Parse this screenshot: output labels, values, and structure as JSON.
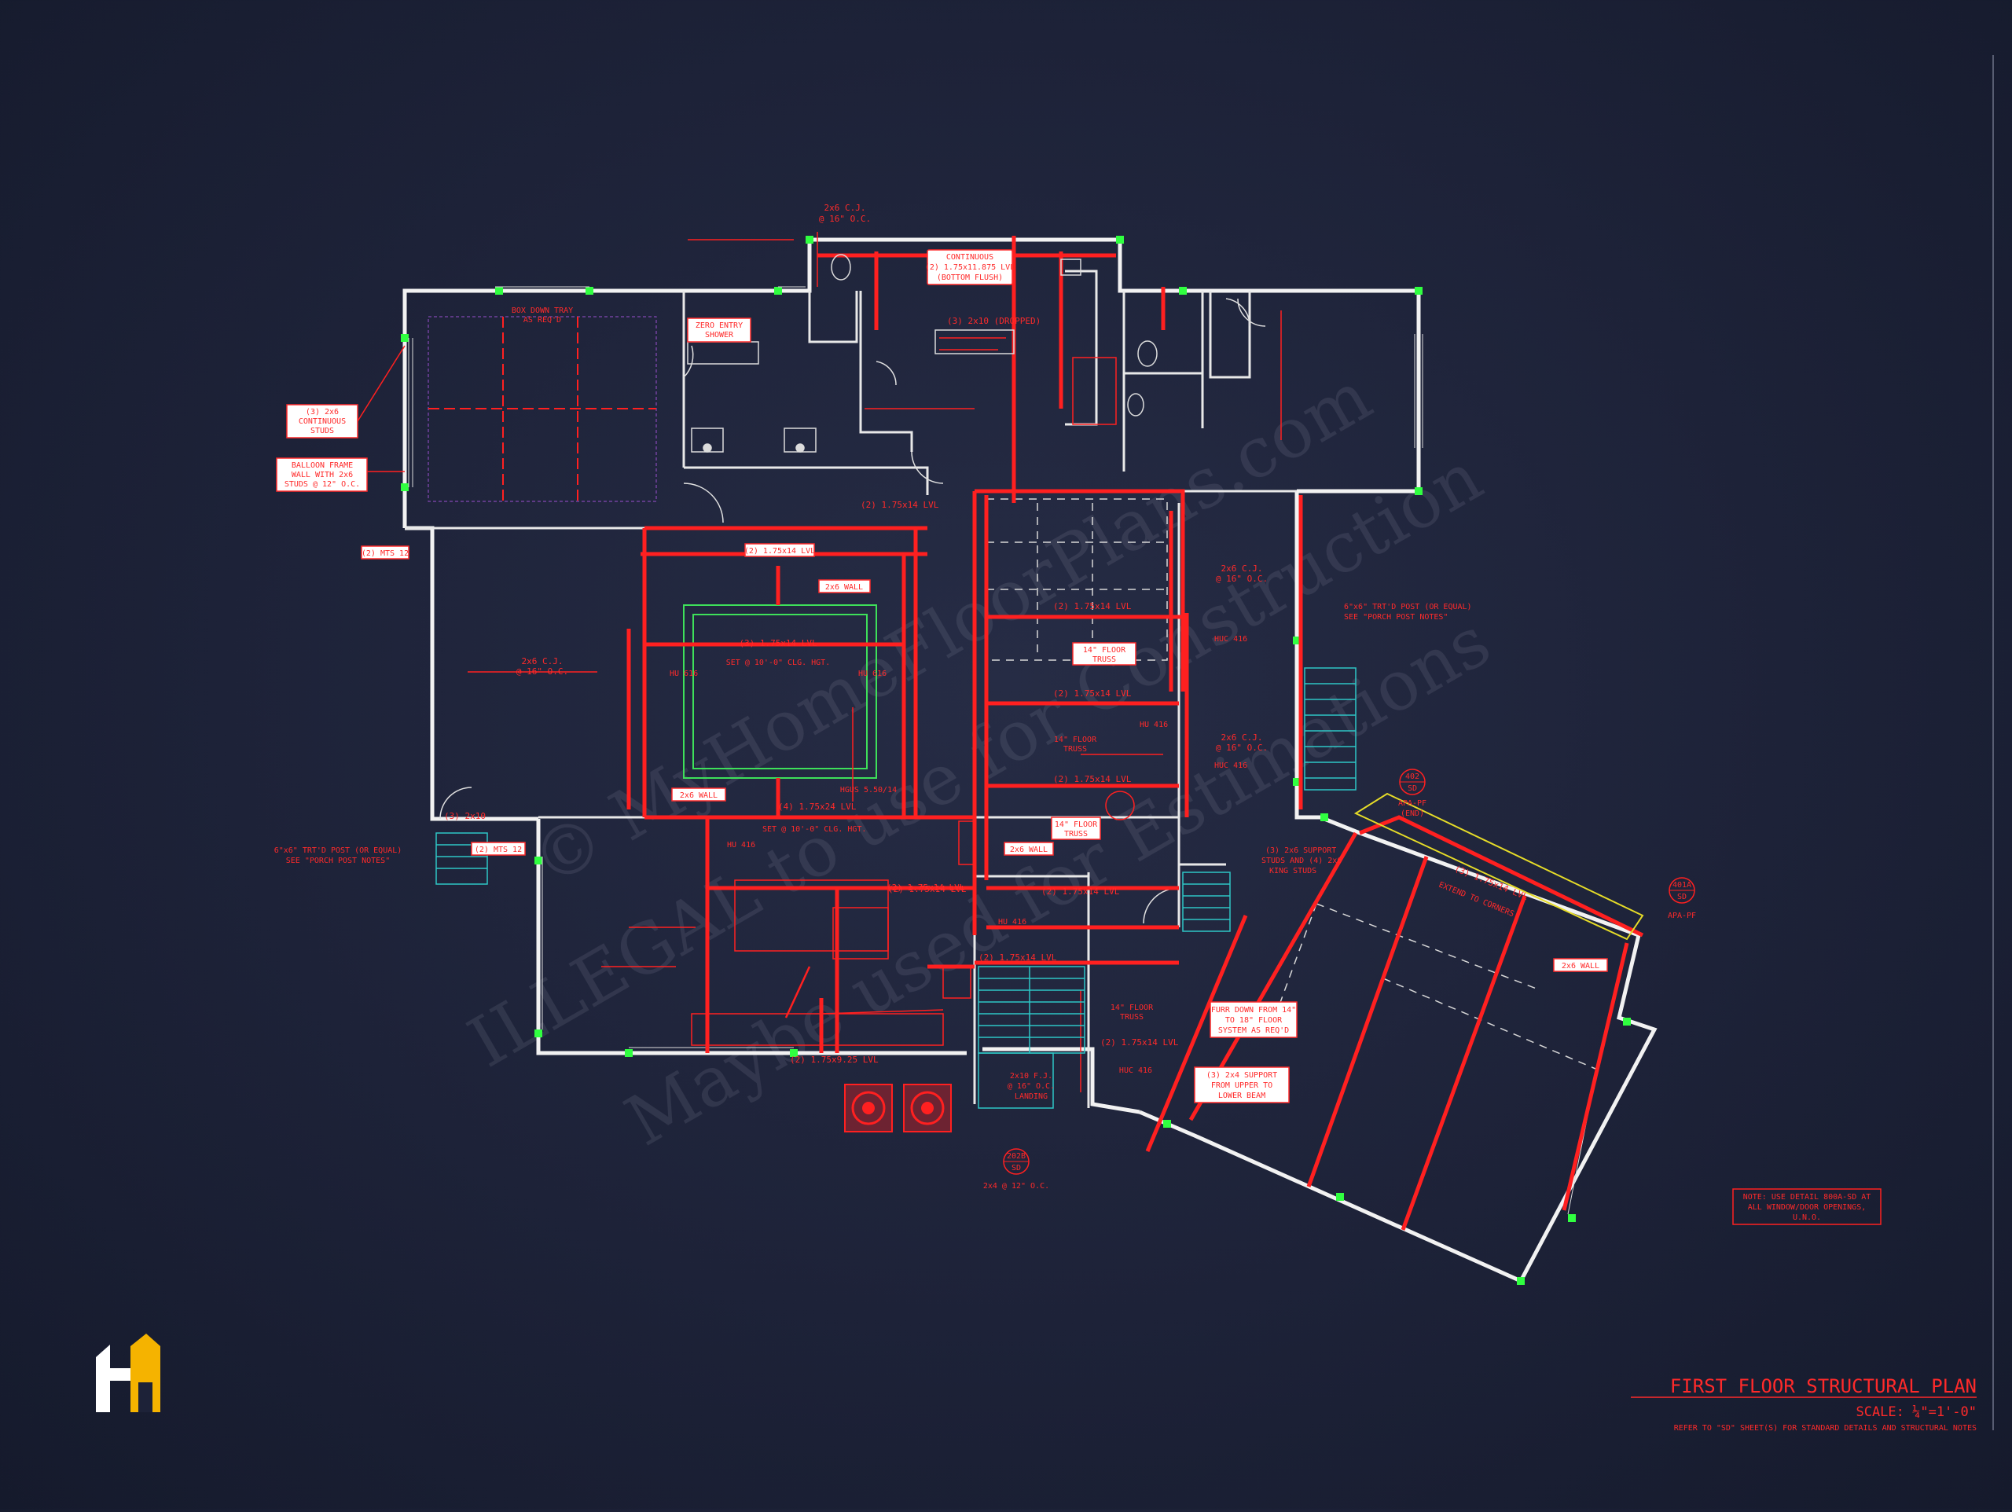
{
  "title_block": {
    "title": "FIRST FLOOR STRUCTURAL PLAN",
    "scale": "SCALE: ¼\"=1'-0\"",
    "refer": "REFER TO \"SD\" SHEET(S) FOR STANDARD DETAILS AND STRUCTURAL NOTES"
  },
  "note": {
    "line1": "NOTE: USE DETAIL 800A-SD AT",
    "line2": "ALL WINDOW/DOOR OPENINGS,",
    "line3": "U.N.O."
  },
  "watermark": {
    "line1": "© MyHomeFloorPlans.com",
    "line2": "ILLEGAL to use for Construction",
    "line3": "Maybe used for Estimations"
  },
  "labels": {
    "cj_top": "2x6 C.J.",
    "cj_top_oc": "@ 16\" O.C.",
    "continuous1": "CONTINUOUS",
    "continuous2": "(2) 1.75x11.875 LVL",
    "continuous3": "(BOTTOM FLUSH)",
    "box_tray1": "BOX DOWN TRAY",
    "box_tray2": "AS REQ'D",
    "zero_shower1": "ZERO ENTRY",
    "zero_shower2": "SHOWER",
    "x2x10_dropped": "(3) 2x10 (DROPPED)",
    "studs1": "(3) 2x6",
    "studs2": "CONTINUOUS",
    "studs3": "STUDS",
    "balloon1": "BALLOON FRAME",
    "balloon2": "WALL WITH 2x6",
    "balloon3": "STUDS @ 12\" O.C.",
    "mts12_a": "(2) MTS 12",
    "mts12_b": "(2) MTS 12",
    "lvl_1": "(2) 1.75x14 LVL",
    "lvl_2": "(2) 1.75x14 LVL",
    "lvl_3": "(2) 1.75x14 LVL",
    "lvl_4": "(2) 1.75x14 LVL",
    "lvl_5": "(2) 1.75x14 LVL",
    "lvl_6": "(2) 1.75x14 LVL",
    "lvl_7": "(2) 1.75x14 LVL",
    "lvl_8": "(2) 1.75x14 LVL",
    "lvl_9": "(2) 1.75x14 LVL",
    "lvl_10": "(2) 1.75x14 LVL",
    "lvl_3ply": "(3) 1.75x14 LVL",
    "lvl_4ply": "(4) 1.75x24 LVL",
    "lvl_925": "(2) 1.75x9.25 LVL",
    "wall_2x6_a": "2x6 WALL",
    "wall_2x6_b": "2x6 WALL",
    "wall_2x6_c": "2x6 WALL",
    "wall_2x6_d": "2x6 WALL",
    "set_10": "SET @ 10'-0\" CLG. HGT.",
    "hu616_a": "HU 616",
    "hu616_b": "HU 616",
    "hu416_a": "HU 416",
    "hu416_b": "HU 416",
    "hu416_c": "HU 416",
    "huc416_a": "HUC 416",
    "huc416_b": "HUC 416",
    "huc416_c": "HUC 416",
    "hgus": "HGUS 5.50/14",
    "floor_truss_a": "14\" FLOOR",
    "floor_truss_b": "TRUSS",
    "floor_truss_c": "14\" FLOOR",
    "floor_truss_d": "TRUSS",
    "floor_truss_e": "14\" FLOOR",
    "floor_truss_f": "TRUSS",
    "floor_truss_g": "14\" FLOOR",
    "floor_truss_h": "TRUSS",
    "cj_mid": "2x6 C.J.",
    "cj_mid_oc": "@ 16\" O.C.",
    "cj_right": "2x6 C.J.",
    "cj_right_oc": "@ 16\" O.C.",
    "cj_right2": "2x6 C.J.",
    "cj_right2_oc": "@ 16\" O.C.",
    "post_right1": "6\"x6\" TRT'D POST (OR EQUAL)",
    "post_right2": "SEE \"PORCH POST NOTES\"",
    "post_left1": "6\"x6\" TRT'D POST (OR EQUAL)",
    "post_left2": "SEE \"PORCH POST NOTES\"",
    "x2x10_left": "(3) 2x10",
    "support1": "(3) 2x6 SUPPORT",
    "support2": "STUDS AND (4) 2x6",
    "support3": "KING STUDS",
    "furr1": "FURR DOWN FROM 14\"",
    "furr2": "TO 18\" FLOOR",
    "furr3": "SYSTEM AS REQ'D",
    "sup2x4_1": "(3) 2x4 SUPPORT",
    "sup2x4_2": "FROM UPPER TO",
    "sup2x4_3": "LOWER BEAM",
    "fj1": "2x10 F.J.",
    "fj2": "@ 16\" O.C.",
    "fj3": "LANDING",
    "bottom_lvl": "(2) 1.75x9.25 LVL",
    "lvl_angled": "(3) 1.75x14 LVL",
    "extend": "EXTEND TO CORNERS",
    "detail_402": "402",
    "detail_402_sd": "SD",
    "apa_1": "APA-PF",
    "apa_1b": "(END)",
    "detail_401": "401A",
    "detail_401_sd": "SD",
    "apa_2": "APA-PF",
    "detail_202": "202B",
    "detail_202_sd": "SD",
    "stud_202": "2x4 @ 12\" O.C."
  },
  "colors": {
    "background": "#1d2238",
    "wall": "#f2f2f2",
    "beam": "#ff2020",
    "marker": "#30ff40",
    "stair": "#2ec6c6",
    "logo": "#f5b300"
  },
  "icons": {
    "logo": "house-logo-icon"
  }
}
